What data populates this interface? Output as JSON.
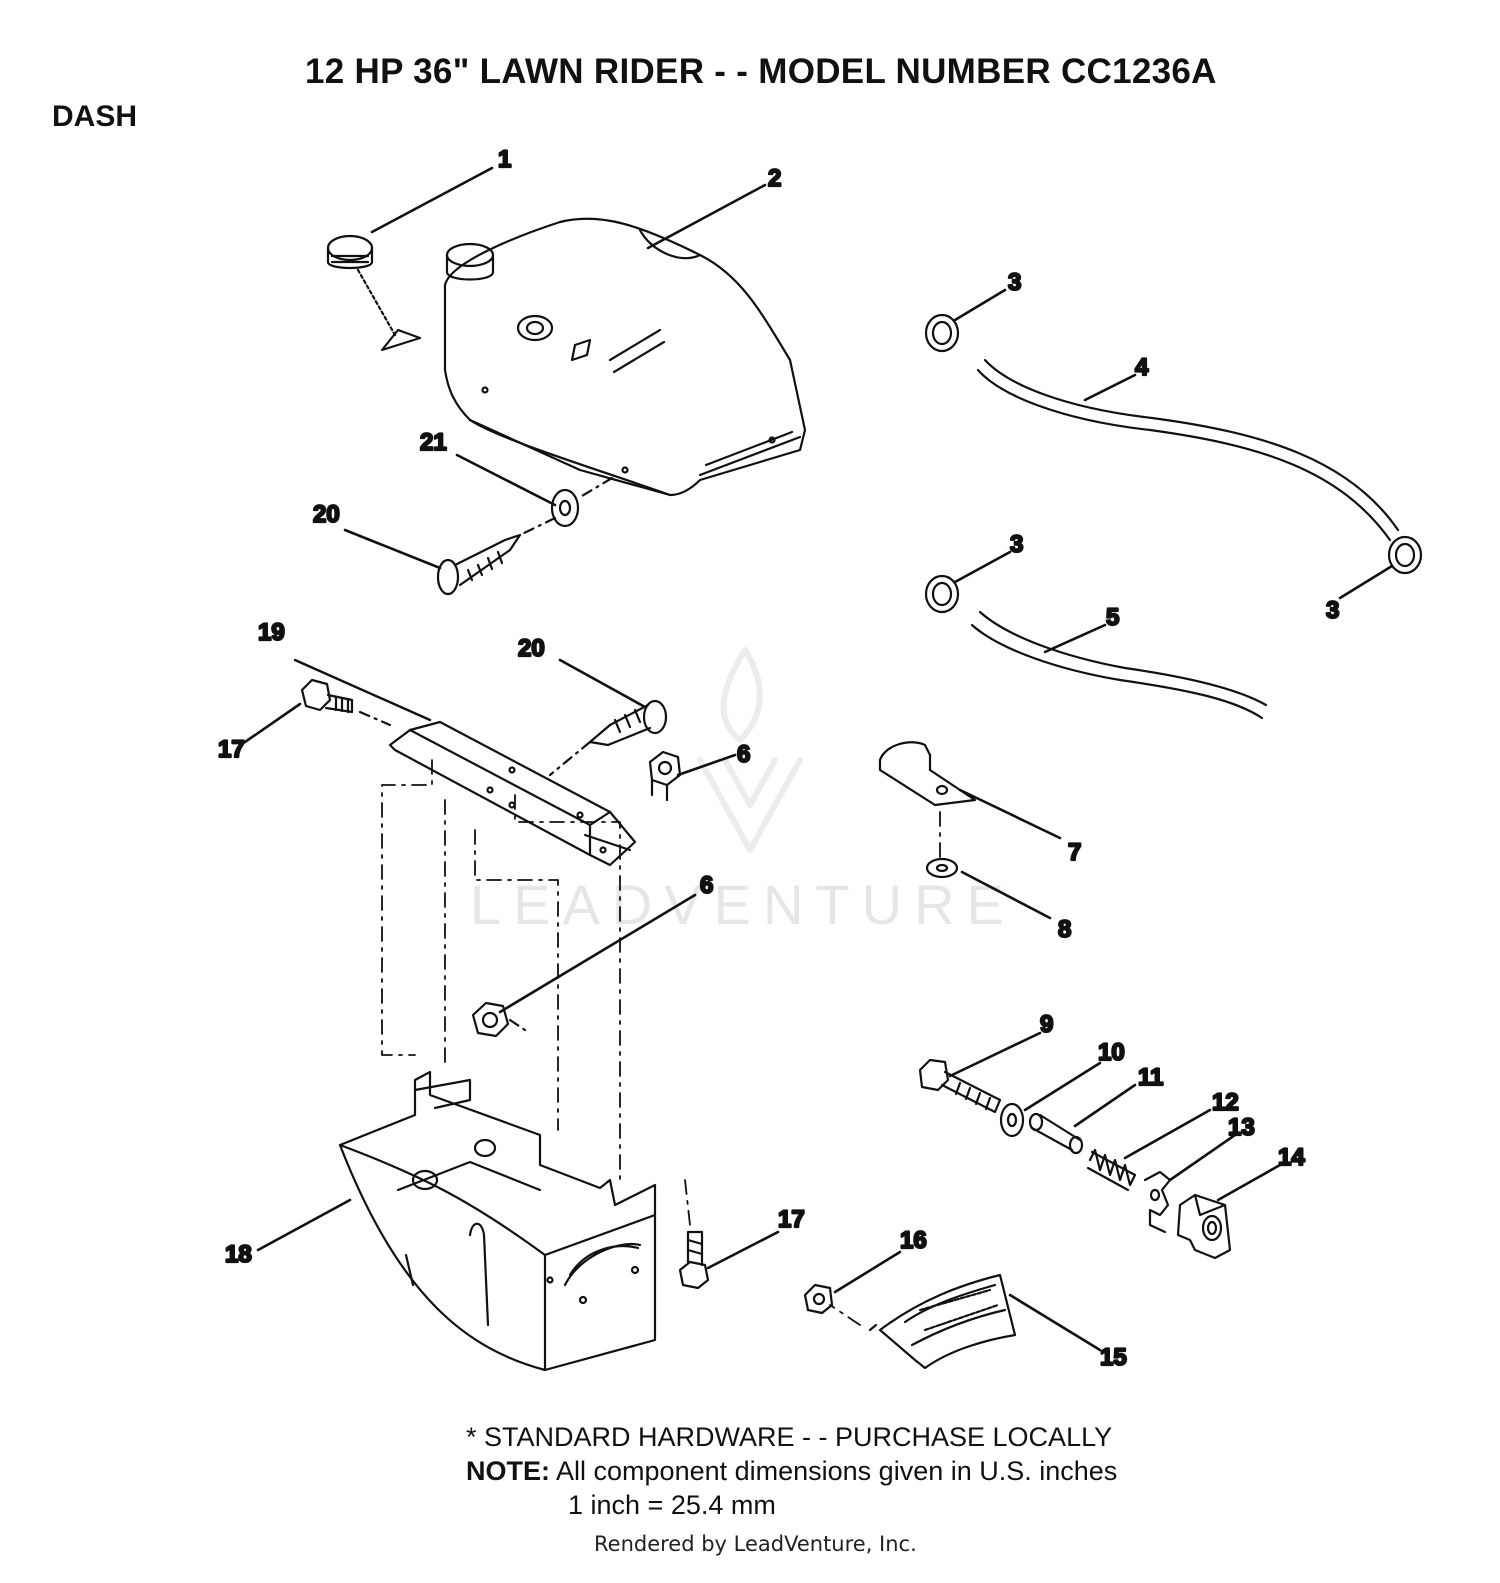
{
  "header": {
    "title": "12 HP 36\" LAWN RIDER - - MODEL NUMBER CC1236A",
    "section": "DASH"
  },
  "callouts": [
    "1",
    "2",
    "3",
    "4",
    "3",
    "5",
    "3",
    "21",
    "20",
    "19",
    "20",
    "17",
    "6",
    "6",
    "7",
    "8",
    "9",
    "10",
    "11",
    "12",
    "13",
    "14",
    "17",
    "16",
    "18",
    "15"
  ],
  "watermark": "LEADVENTURE",
  "notes": {
    "standard_hardware": "* STANDARD HARDWARE - - PURCHASE LOCALLY",
    "note_label": "NOTE:",
    "note_text": "All component dimensions given in U.S. inches",
    "conversion": "1 inch = 25.4 mm"
  },
  "footer": {
    "credit": "Rendered by LeadVenture, Inc."
  }
}
